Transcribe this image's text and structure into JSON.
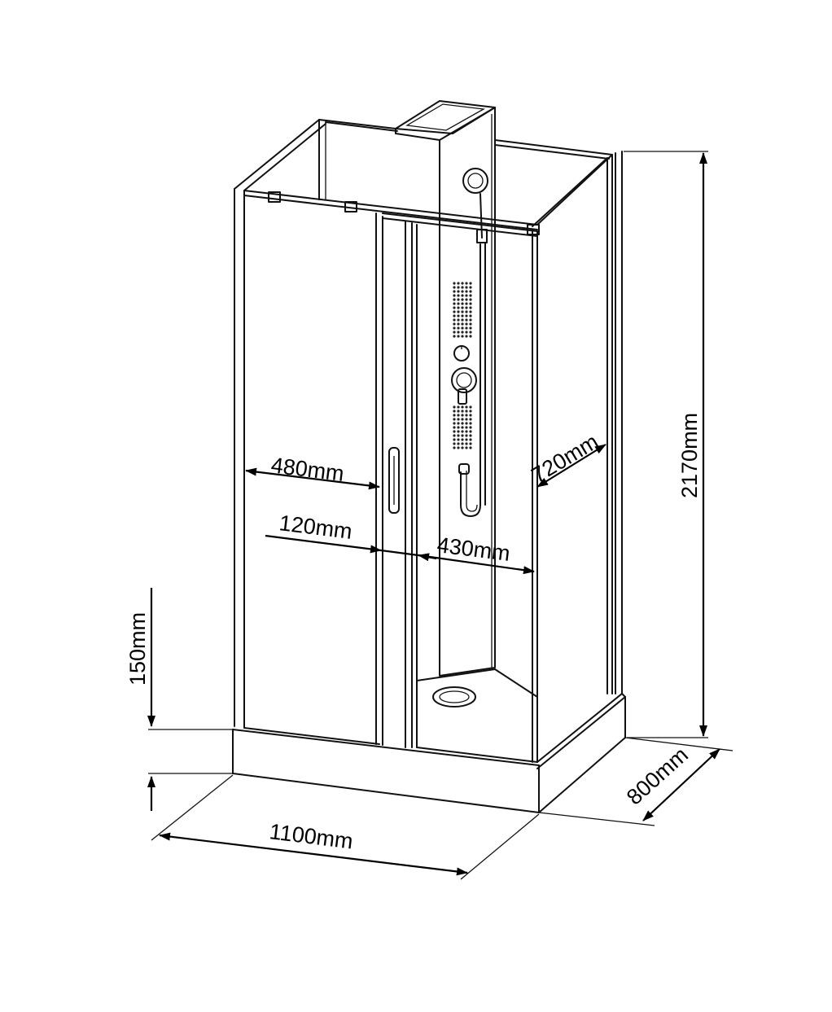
{
  "dimensions": {
    "door_width": "480mm",
    "door_overlap": "120mm",
    "entry_width": "430mm",
    "side_depth": "720mm",
    "total_height": "2170mm",
    "tray_height": "150mm",
    "total_width": "1100mm",
    "total_depth": "800mm"
  },
  "colors": {
    "line": "#111111",
    "background": "#ffffff"
  }
}
